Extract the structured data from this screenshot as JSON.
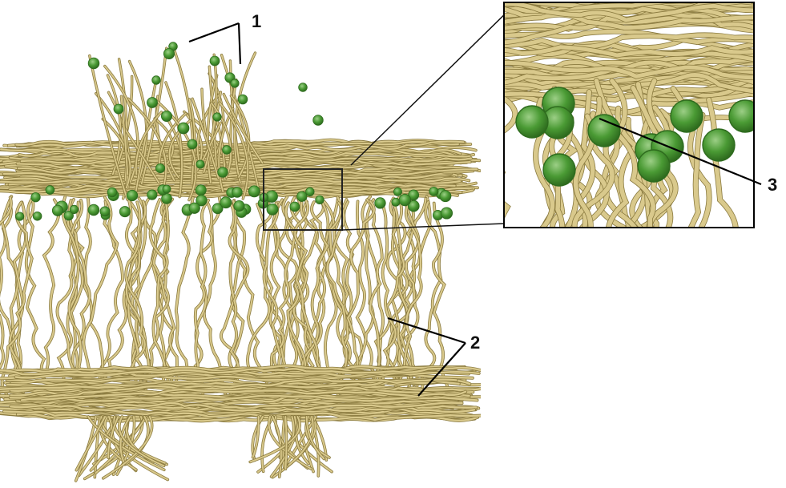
{
  "diagram": {
    "callouts": [
      {
        "id": "1",
        "text": "1"
      },
      {
        "id": "2",
        "text": "2"
      },
      {
        "id": "3",
        "text": "3"
      }
    ],
    "colors": {
      "hypha_stroke": "#8a7a3f",
      "hypha_fill": "#d9c98c",
      "alga_fill": "#3f8f2c",
      "alga_dark": "#2e6b1e",
      "alga_light": "#7fb868",
      "inset_background": "#ffffff",
      "inset_border": "#000000",
      "page_background": "#ffffff"
    }
  }
}
